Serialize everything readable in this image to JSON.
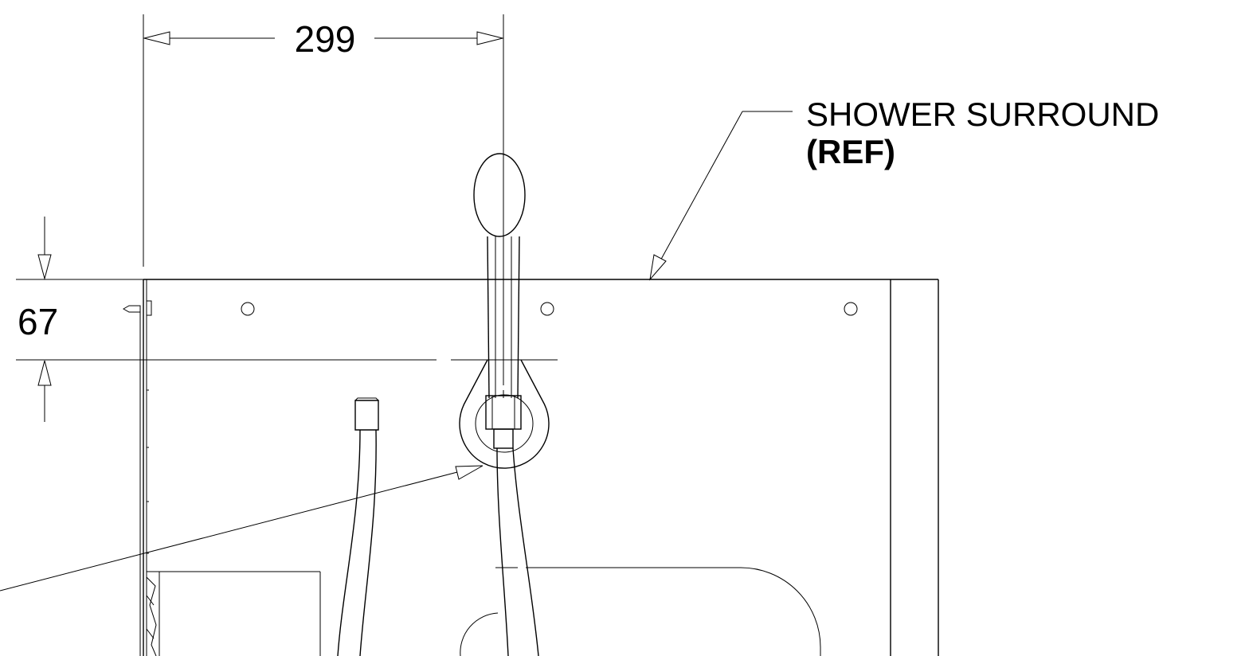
{
  "dimensions": {
    "horizontal": "299",
    "vertical": "67"
  },
  "labels": {
    "surround_line1": "SHOWER SURROUND",
    "surround_line2": "(REF)"
  }
}
